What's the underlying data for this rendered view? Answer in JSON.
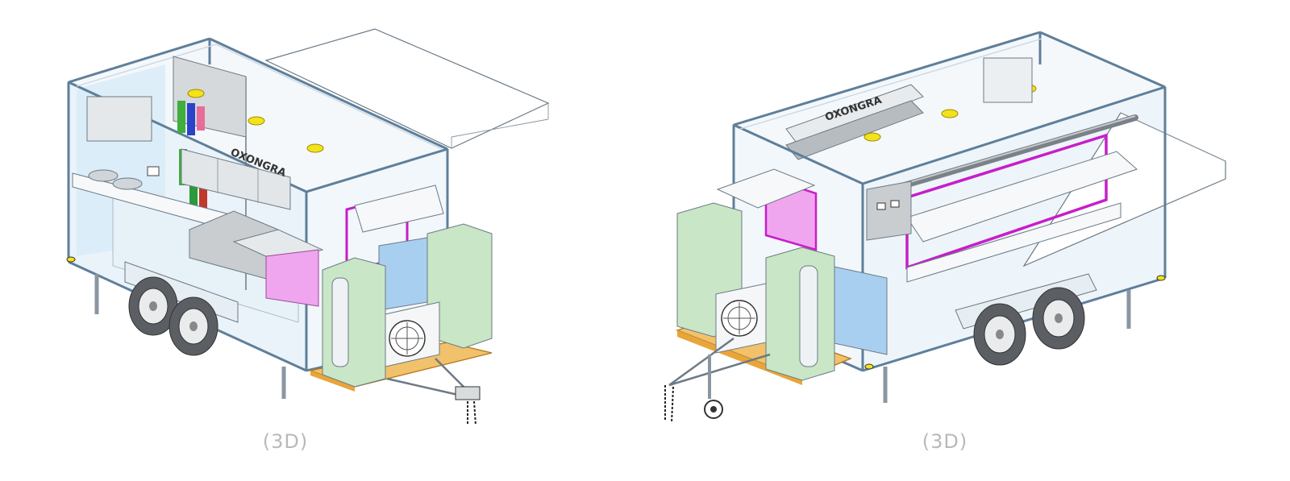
{
  "views": [
    {
      "caption": "(3D)",
      "logo_text": "OXONGRA",
      "orientation": "left"
    },
    {
      "caption": "(3D)",
      "logo_text": "OXONGRA",
      "orientation": "right"
    }
  ],
  "colors": {
    "frame": "#5f7f9a",
    "glass": "#dfeff9",
    "pink": "#f0a6ee",
    "magenta": "#c71ec9",
    "green": "#c9e6c6",
    "blue": "#a9cff0",
    "yellow": "#f4e21a",
    "orange": "#e9a53a",
    "steel": "#c5c9cc",
    "caption": "#b9b9b9"
  }
}
